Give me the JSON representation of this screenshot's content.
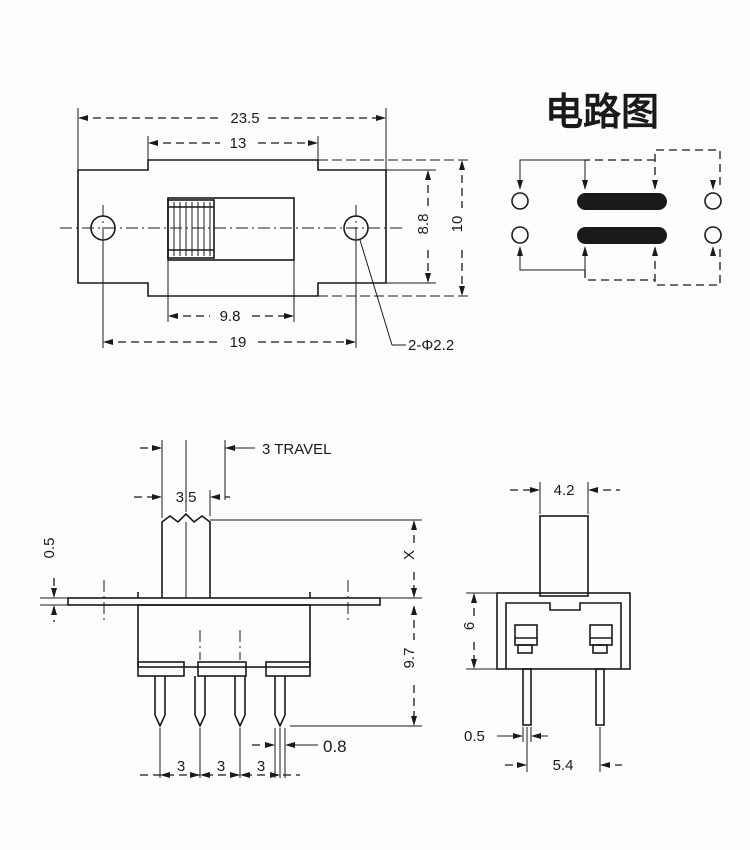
{
  "title": "电路图",
  "top_view": {
    "overall_length": "23.5",
    "slot_length": "13",
    "height_inner": "8.8",
    "height_outer": "10",
    "slider_span": "9.8",
    "hole_pitch": "19",
    "hole_label": "2-Φ2.2"
  },
  "side_view": {
    "travel": "3 TRAVEL",
    "actuator_width": "3.5",
    "plate_thickness": "0.5",
    "actuator_height": "X",
    "body_height": "9.7",
    "pin_width": "0.8",
    "pin_pitch_1": "3",
    "pin_pitch_2": "3",
    "pin_pitch_3": "3"
  },
  "end_view": {
    "actuator_width": "4.2",
    "body_height": "6",
    "pin_thickness": "0.5",
    "pin_spacing": "5.4"
  },
  "colors": {
    "ink": "#1a1a1a",
    "paper": "#fdfdfd"
  }
}
